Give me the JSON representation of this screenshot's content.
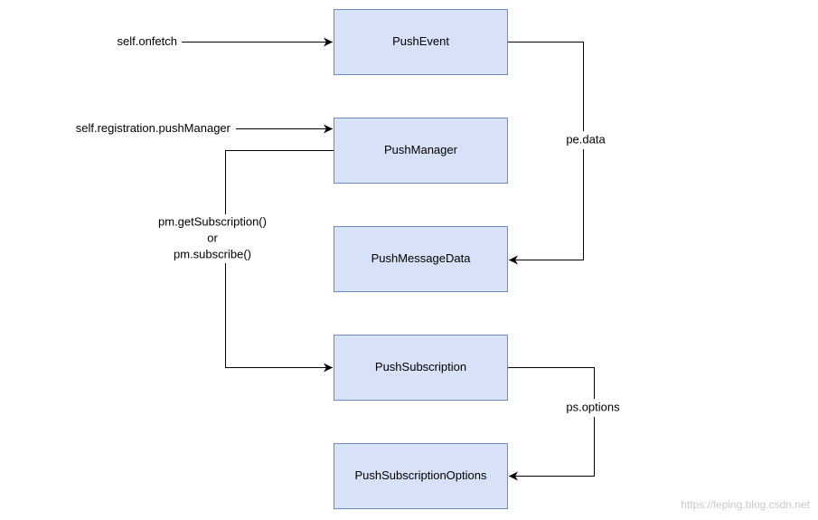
{
  "nodes": {
    "push_event": "PushEvent",
    "push_manager": "PushManager",
    "push_message_data": "PushMessageData",
    "push_subscription": "PushSubscription",
    "push_subscription_options": "PushSubscriptionOptions"
  },
  "inputs": {
    "self_onfetch": "self.onfetch",
    "self_registration_push_manager": "self.registration.pushManager"
  },
  "edges": {
    "pe_data": "pe.data",
    "pm_get_subscription": "pm.getSubscription()",
    "or": "or",
    "pm_subscribe": "pm.subscribe()",
    "ps_options": "ps.options"
  },
  "watermark": "https://leping.blog.csdn.net",
  "colors": {
    "node_fill": "#d7e2f8",
    "node_stroke": "#6c8ebf",
    "line": "#000000"
  }
}
